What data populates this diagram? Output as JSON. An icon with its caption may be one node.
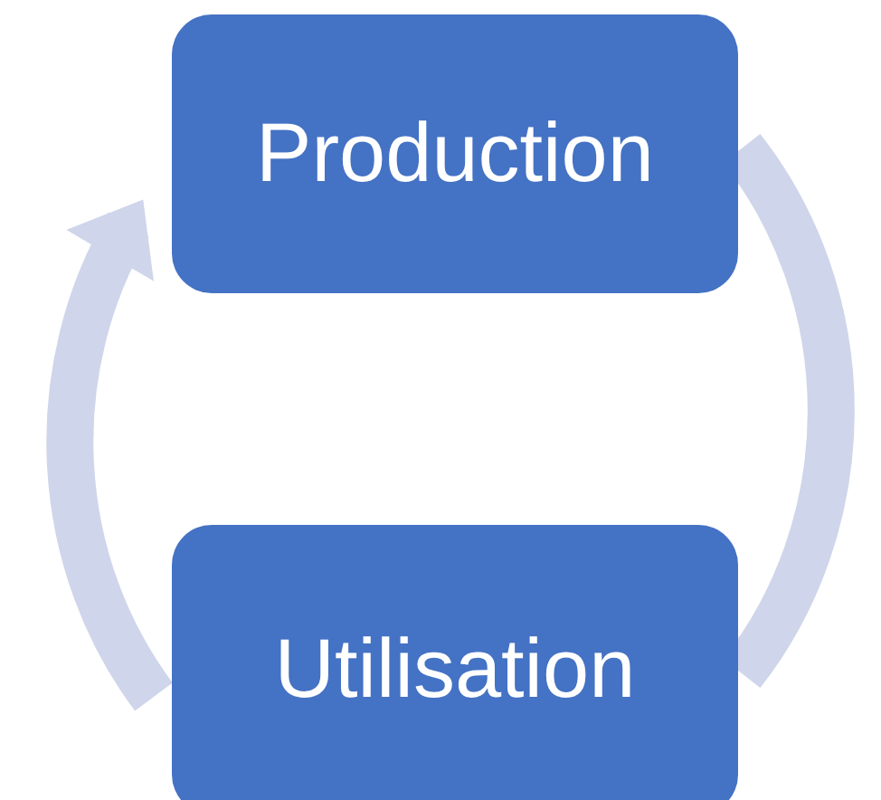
{
  "diagram": {
    "nodes": [
      {
        "text": [
          "Production"
        ]
      },
      {
        "text": [
          "Utilisation"
        ]
      }
    ],
    "edges": [
      {
        "from": 0,
        "to": 1,
        "arrow": "none"
      },
      {
        "from": 1,
        "to": 0,
        "arrow": "to"
      }
    ]
  }
}
